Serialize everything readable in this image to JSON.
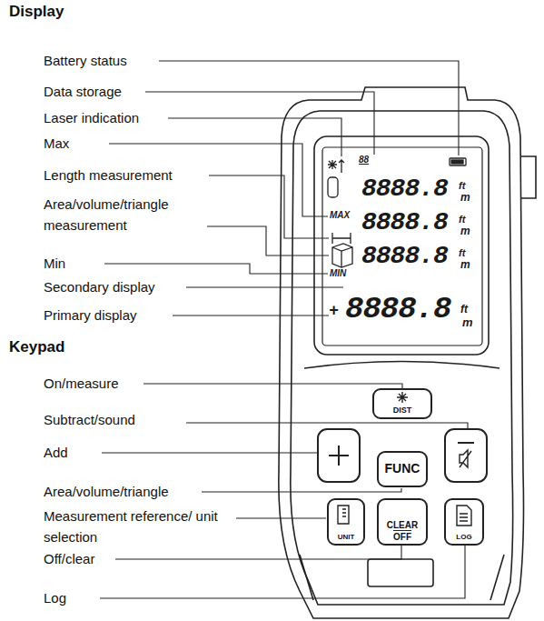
{
  "diagram": {
    "nodes": [
      {
        "text": [
          "DIST"
        ]
      },
      {
        "text": [
          "FUNC"
        ]
      },
      {
        "text": [
          "CLEAR",
          "OFF"
        ]
      },
      {
        "text": [
          "UNIT"
        ]
      },
      {
        "text": [
          "LOG"
        ]
      }
    ],
    "labels": [
      "Display",
      "Battery status",
      "Data storage",
      "Laser indication",
      "Max",
      "Length measurement",
      "Area/volume/triangle measurement",
      "Min",
      "Secondary display",
      "Primary display",
      "Keypad",
      "On/measure",
      "Subtract/sound",
      "Add",
      "Area/volume/triangle",
      "Measurement reference/ unit selection",
      "Off/clear",
      "Log",
      "88",
      "MAX",
      "MIN",
      "8888.8",
      "8888.8",
      "8888.8",
      "8888.8",
      "+",
      "ft",
      "m",
      "ft",
      "m",
      "ft",
      "m",
      "ft",
      "m"
    ]
  }
}
